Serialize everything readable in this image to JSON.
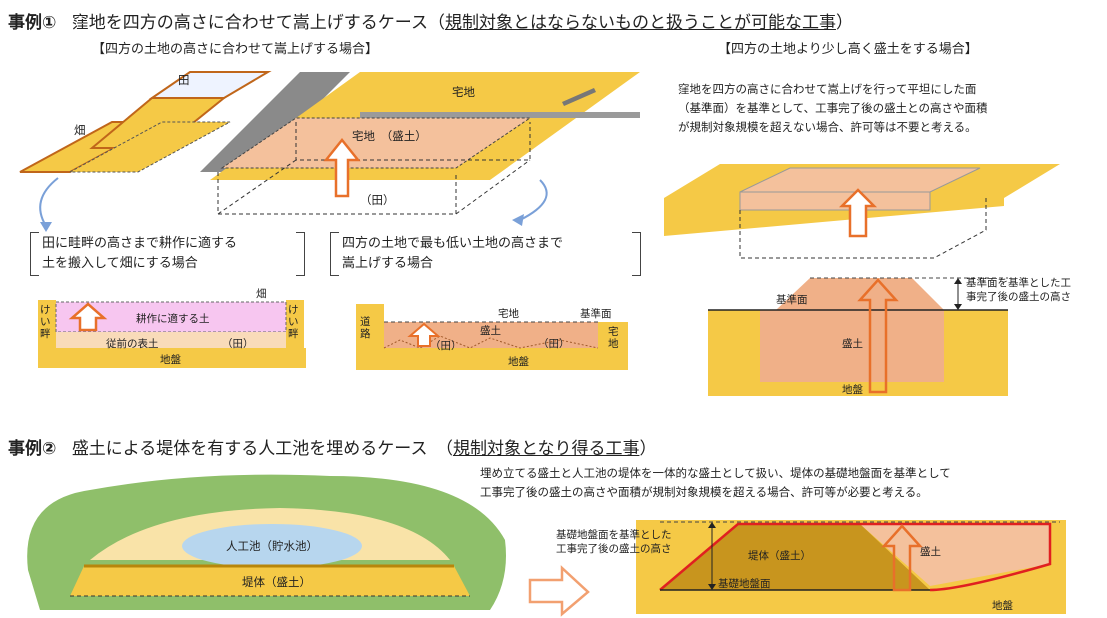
{
  "case1": {
    "label": "事例①",
    "title": "窪地を四方の高さに合わせて嵩上げするケース（",
    "title_underlined": "規制対象とはならないものと扱うことが可能な工事",
    "title_close": "）",
    "left_heading": "【四方の土地の高さに合わせて嵩上げする場合】",
    "right_heading": "【四方の土地より少し高く盛土をする場合】",
    "diagram_labels": {
      "rice_field": "田",
      "farm_field": "畑",
      "residential": "宅地",
      "residential_fill": "宅地　（盛土）",
      "paddy_paren": "（田）"
    },
    "sub_case_a": [
      "田に畦畔の高さまで耕作に適する",
      "土を搬入して畑にする場合"
    ],
    "sub_case_b": [
      "四方の土地で最も低い土地の高さまで",
      "嵩上げする場合"
    ],
    "section_a": {
      "field": "畑",
      "soil": "耕作に適する土",
      "topsoil": "従前の表土",
      "paddy": "（田）",
      "ridge_left": "けい畔",
      "ridge_right": "けい畔",
      "ground": "地盤"
    },
    "section_b": {
      "residential": "宅地",
      "reference": "基準面",
      "road": "道路",
      "fill": "盛土",
      "paddy_left": "（田）",
      "paddy_right": "（田）",
      "residential_right": "宅地",
      "ground": "地盤"
    },
    "right_note": [
      "窪地を四方の高さに合わせて嵩上げを行って平坦にした面",
      "（基準面）を基準として、工事完了後の盛土との高さや面積",
      "が規制対象規模を超えない場合、許可等は不要と考える。"
    ],
    "right_section": {
      "reference": "基準面",
      "fill": "盛土",
      "ground": "地盤",
      "height_note": [
        "基準面を基準とした工",
        "事完了後の盛土の高さ"
      ]
    }
  },
  "case2": {
    "label": "事例②",
    "title": "盛土による堤体を有する人工池を埋めるケース　（",
    "title_underlined": "規制対象となり得る工事",
    "title_close": "）",
    "note": [
      "埋め立てる盛土と人工池の堤体を一体的な盛土として扱い、堤体の基礎地盤面を基準として",
      "工事完了後の盛土の高さや面積が規制対象規模を超える場合、許可等が必要と考える。"
    ],
    "pond": "人工池（貯水池）",
    "embankment": "堤体（盛土）",
    "section": {
      "height_note": [
        "基礎地盤面を基準とした",
        "工事完了後の盛土の高さ"
      ],
      "embankment": "堤体（盛土）",
      "fill": "盛土",
      "base_surface": "基礎地盤面",
      "ground": "地盤"
    }
  },
  "colors": {
    "yellow": "#f5c946",
    "salmon": "#f2b48e",
    "orange_arrow": "#e8702a",
    "pink": "#f7c6f0",
    "green": "#8fbf6a",
    "blue": "#b7d6ee",
    "red": "#e02020"
  }
}
